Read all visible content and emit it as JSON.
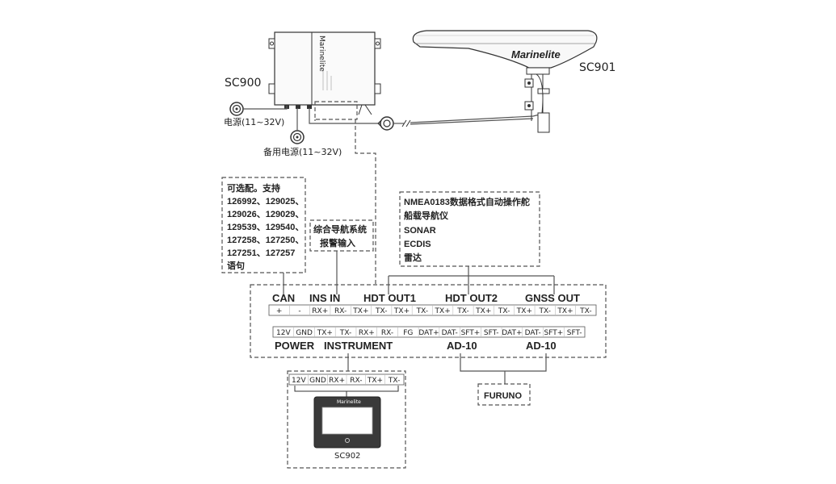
{
  "devices": {
    "sc900_label": "SC900",
    "sc901_label": "SC901",
    "sc902_label": "SC902",
    "brand": "Marinelite",
    "brand_small": "Marinelite",
    "power_main": "电源(11~32V)",
    "power_backup": "备用电源(11~32V)"
  },
  "notes": {
    "can_lines": [
      "可选配。支持",
      "126992、129025、",
      "129026、129029、",
      "129539、129540、",
      "127258、127250、",
      "127251、127257",
      "语句"
    ],
    "ins_lines": [
      "综合导航系统",
      "报警输入"
    ],
    "hdt_lines": [
      "NMEA0183数据格式自动操作舵",
      "船载导航仪",
      "SONAR",
      "ECDIS",
      "雷达"
    ],
    "furuno": "FURUNO"
  },
  "terminal": {
    "headers_top": {
      "can": "CAN",
      "ins_in": "INS IN",
      "hdt_out1": "HDT OUT1",
      "hdt_out2": "HDT OUT2",
      "gnss_out": "GNSS OUT"
    },
    "top_pins": [
      "+",
      "-",
      "RX+",
      "RX-",
      "TX+",
      "TX-",
      "TX+",
      "TX-",
      "TX+",
      "TX-",
      "TX+",
      "TX-",
      "TX+",
      "TX-",
      "TX+",
      "TX-"
    ],
    "bottom_pins": [
      "12V",
      "GND",
      "TX+",
      "TX-",
      "RX+",
      "RX-",
      "FG",
      "DAT+",
      "DAT-",
      "SFT+",
      "SFT-",
      "DAT+",
      "DAT-",
      "SFT+",
      "SFT-"
    ],
    "headers_bottom": {
      "power": "POWER",
      "instrument": "INSTRUMENT",
      "ad10_a": "AD-10",
      "ad10_b": "AD-10"
    }
  },
  "sc902_pins": [
    "12V",
    "GND",
    "RX+",
    "RX-",
    "TX+",
    "TX-"
  ]
}
